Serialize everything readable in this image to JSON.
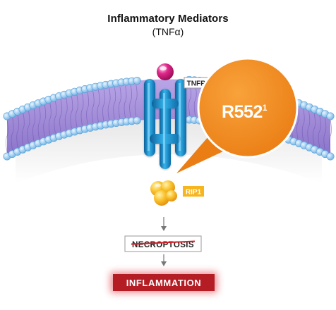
{
  "header": {
    "title": "Inflammatory Mediators",
    "subtitle": "(TNFα)"
  },
  "labels": {
    "receptor": "TNFR",
    "kinase": "RIP1",
    "callout_main": "R552",
    "callout_sup": "1",
    "blocked_step": "NECROPTOSIS",
    "outcome": "INFLAMMATION"
  },
  "colors": {
    "callout_orange": "#f08a1c",
    "receptor_blue": "#1a8fc9",
    "ligand_magenta": "#d9177d",
    "rip1_yellow": "#f7b51e",
    "membrane_head_blue": "#8fc6ee",
    "membrane_tail_purple": "#8a73c9",
    "strike_red": "#d4202a",
    "outcome_red": "#b51d24"
  }
}
